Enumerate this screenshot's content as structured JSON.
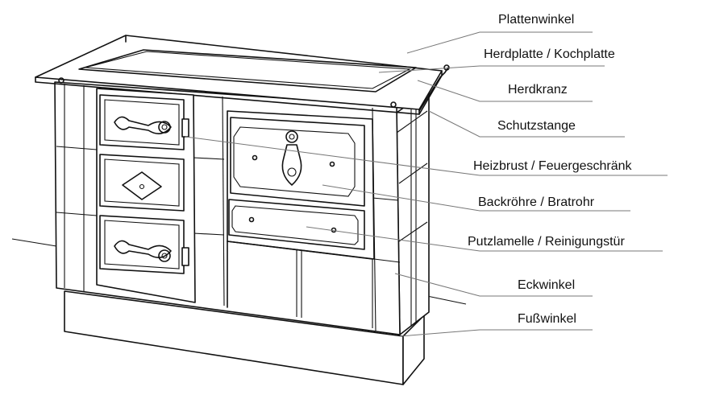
{
  "labels": [
    {
      "id": "plattenwinkel",
      "text": "Plattenwinkel"
    },
    {
      "id": "herdplatte",
      "text": "Herdplatte / Kochplatte"
    },
    {
      "id": "herdkranz",
      "text": "Herdkranz"
    },
    {
      "id": "schutzstange",
      "text": "Schutzstange"
    },
    {
      "id": "heizbrust",
      "text": "Heizbrust / Feuergeschränk"
    },
    {
      "id": "backroehre",
      "text": "Backröhre / Bratrohr"
    },
    {
      "id": "putzlamelle",
      "text": "Putzlamelle / Reinigungstür"
    },
    {
      "id": "eckwinkel",
      "text": "Eckwinkel"
    },
    {
      "id": "fusswinkel",
      "text": "Fußwinkel"
    }
  ],
  "colors": {
    "stroke": "#111111",
    "leader": "#777777",
    "background": "#ffffff"
  }
}
